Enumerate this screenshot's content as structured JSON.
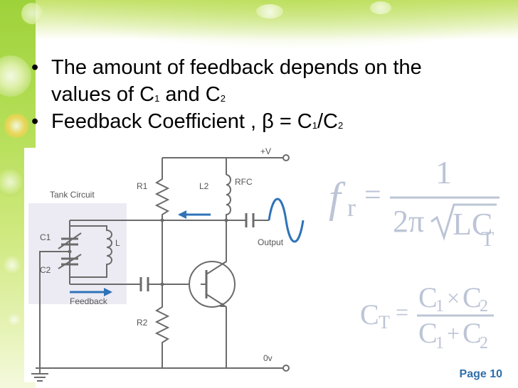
{
  "slide": {
    "bullets": [
      {
        "parts": [
          {
            "t": "The amount of feedback depends on the"
          }
        ]
      },
      {
        "parts": [
          {
            "t": "values of  C"
          },
          {
            "sub": "1"
          },
          {
            "t": " and C"
          },
          {
            "sub": "2"
          }
        ]
      },
      {
        "parts": [
          {
            "t": "Feedback Coefficient , β = C"
          },
          {
            "sub": "1"
          },
          {
            "t": "/C"
          },
          {
            "sub": "2"
          }
        ]
      }
    ],
    "bullet_symbol": "•",
    "page_label": "Page 10"
  },
  "circuit": {
    "supply": "+V",
    "ground": "0v",
    "tank": "Tank Circuit",
    "r1": "R1",
    "r2": "R2",
    "l2": "L2",
    "rfc": "RFC",
    "c1": "C1",
    "c2": "C2",
    "l": "L",
    "output": "Output",
    "feedback": "Feedback"
  },
  "formulas": {
    "fr_f": "f",
    "fr_sub": "r",
    "equals": "=",
    "one": "1",
    "two_pi": "2π",
    "lc": "LC",
    "lc_sub": "T",
    "ct_c": "C",
    "ct_sub": "T",
    "c1_c": "C",
    "c1_sub": "1",
    "times": "×",
    "plus": "+",
    "c2_c": "C",
    "c2_sub": "2"
  },
  "colors": {
    "accent_green": "#9ed23a",
    "wire": "#6b6b6b",
    "tank_box": "#ecebf3",
    "arrow_blue": "#2f73b8",
    "output_wave": "#2f73b8",
    "page_label": "#2f6fa8"
  }
}
